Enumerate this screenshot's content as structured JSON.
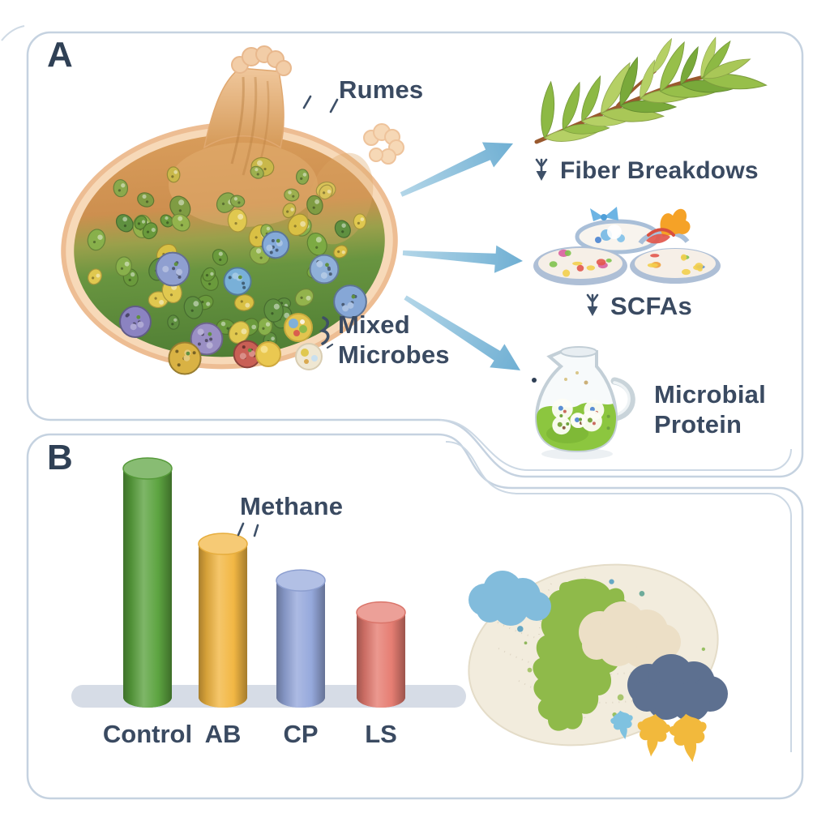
{
  "figure": {
    "panelA": {
      "label": "A",
      "rumen_label": "Rumes",
      "mixed_microbes_line1": "Mixed",
      "mixed_microbes_line2": "Microbes",
      "outputs": [
        {
          "illustration": "leaf-branch",
          "icon": "down-arrow-icon",
          "label": "Fiber Breakdows"
        },
        {
          "illustration": "petri-dishes",
          "icon": "down-arrow-icon",
          "label": "SCFAs"
        },
        {
          "illustration": "jar-of-microbial-culture",
          "icon": null,
          "label_line1": "Microbial",
          "label_line2": "Protein"
        }
      ]
    },
    "panelB": {
      "label": "B",
      "illustration": "globe-with-clouds-and-leaves"
    }
  },
  "chart_data": {
    "type": "bar",
    "title": "Methane",
    "categories": [
      "Control",
      "AB",
      "CP",
      "LS"
    ],
    "values": [
      100,
      67,
      51,
      37
    ],
    "values_note": "relative bar heights as % of Control; no numeric axis shown in figure",
    "series_colors": [
      "#5aa23d",
      "#f2b640",
      "#94a7db",
      "#e57b70"
    ],
    "xlabel": "",
    "ylabel": "",
    "grid": false,
    "legend": false,
    "bar_style": "3d-cylinder",
    "platform_color": "#d6dce6"
  },
  "colors": {
    "text": "#3a4a61",
    "panel_border": "#c5d2e0",
    "arrow": "#7fb6d6",
    "background": "#ffffff"
  }
}
